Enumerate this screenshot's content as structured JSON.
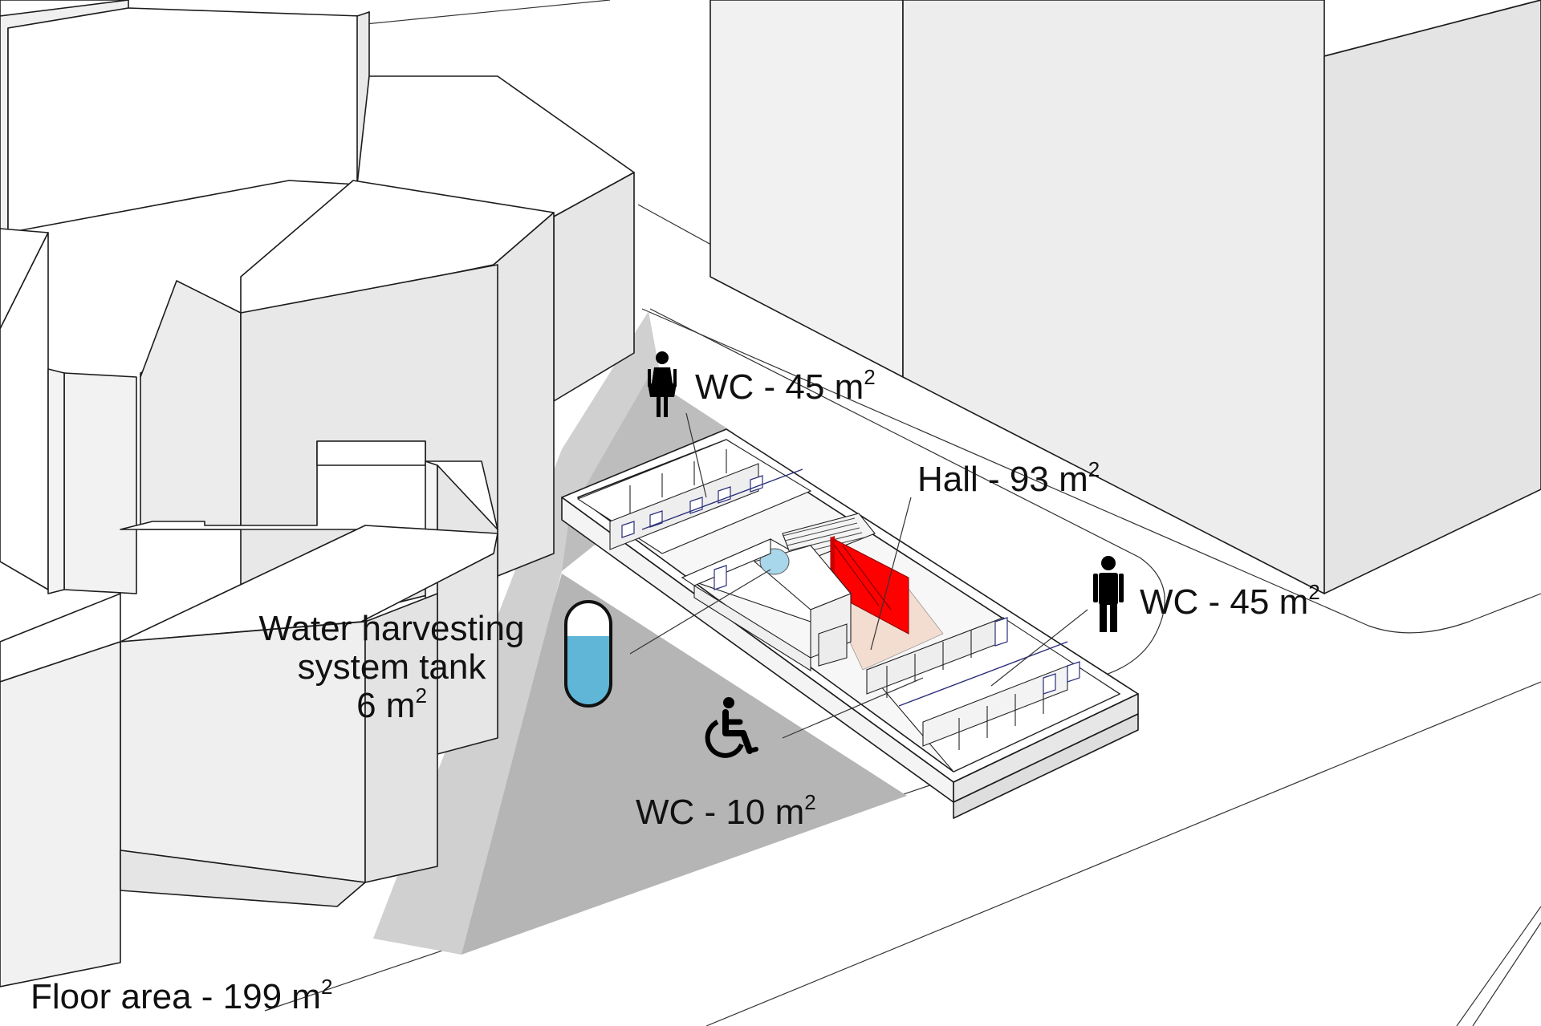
{
  "labels": {
    "wc_women": {
      "text": "WC - 45 m",
      "sup": "2"
    },
    "hall": {
      "text": "Hall - 93 m",
      "sup": "2"
    },
    "wc_men": {
      "text": "WC - 45 m",
      "sup": "2"
    },
    "tank_line1": "Water harvesting",
    "tank_line2": "system tank",
    "tank_line3": {
      "text": "6 m",
      "sup": "2"
    },
    "wc_accessible": {
      "text": "WC - 10 m",
      "sup": "2"
    },
    "floor_area": {
      "text": "Floor area - 199 m",
      "sup": "2"
    }
  },
  "icons": {
    "women": "woman-icon",
    "men": "man-icon",
    "accessible": "wheelchair-icon",
    "tank": "water-tank-icon"
  },
  "colors": {
    "background": "#ffffff",
    "building_top": "#ffffff",
    "building_side": "#efefef",
    "building_dark": "#e2e2e2",
    "shadow": "#b8b8b8",
    "shadow_light": "#cfcfcf",
    "stair_wall": "#ff0000",
    "hall_floor": "#f3ddd0",
    "water": "#5fb6d6",
    "partition_edge": "#2b2f7a"
  }
}
